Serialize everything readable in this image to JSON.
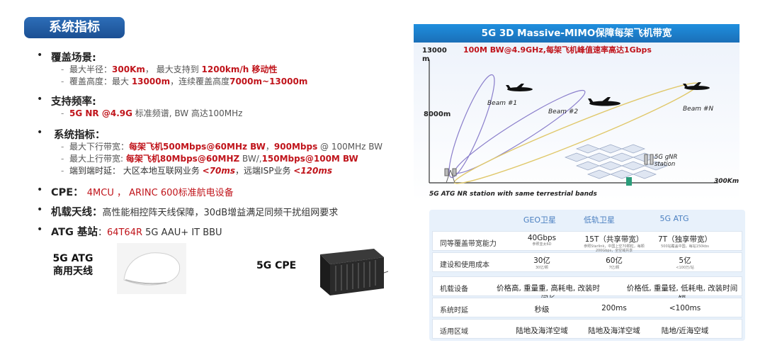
{
  "title": "系统指标",
  "coverage": {
    "head": "覆盖场景:",
    "line1": [
      "最大半径：",
      "300Km",
      "，  最大支持到 ",
      "1200km/h 移动性"
    ],
    "line2": [
      "覆盖高度：最大 ",
      "13000m",
      "，连续覆盖高度",
      "7000m~13000m"
    ]
  },
  "freq": {
    "head": "支持频率:",
    "line1": [
      "5G  NR  @4.9G",
      " 标准频谱, BW 高达100MHz"
    ]
  },
  "sys": {
    "head": "系统指标：",
    "line1": [
      "最大下行带宽：",
      "每架飞机500Mbps@60MHz  BW",
      "，",
      "900Mbps",
      " @ 100MHz BW"
    ],
    "line2": [
      "最大上行带宽: ",
      "每架飞机80Mbps@60MHZ",
      " BW/,",
      "150Mbps@100M  BW"
    ],
    "line3": [
      "端到端时延：  大区本地互联网业务 ",
      "<70ms",
      "，远端ISP业务 ",
      "<120ms"
    ]
  },
  "cpe": {
    "head": "CPE：",
    "text": "4MCU ， ARINC 600标准航电设备"
  },
  "antenna": {
    "head": "机载天线：",
    "text": "高性能相控阵天线保障，30dB增益满足同频干扰组网要求"
  },
  "atg": {
    "head": "ATG 基站",
    "sep": "：",
    "red": "64T64R",
    "text": " 5G AAU+ IT BBU"
  },
  "products": {
    "antenna_label_1": "5G  ATG",
    "antenna_label_2": "商用天线",
    "cpe_label": "5G CPE"
  },
  "diagram": {
    "title": "5G 3D Massive-MIMO保障每架飞机带宽",
    "subtitle": "100M BW@4.9GHz,每架飞机峰值速率高达1Gbps",
    "alt_top": "13000",
    "alt_top_unit": "m",
    "alt_mid": "8000m",
    "beam1": "Beam #1",
    "beam2": "Beam #2",
    "beamN": "Beam #N",
    "gnr1": "5G gNR",
    "gnr2": "station",
    "dist": "300Km",
    "caption": "5G ATG NR station with same terrestrial bands"
  },
  "table": {
    "headers": [
      "GEO卫星",
      "低轨卫星",
      "5G ATG"
    ],
    "rows": [
      {
        "label": "同等覆盖带宽能力",
        "cells": [
          {
            "main": "40Gbps",
            "note": "参照亚太6D"
          },
          {
            "main": "15T（共享带宽）",
            "note": "参照Starlink，中国上空70颗粒，每颗200Gbps，全空域共享"
          },
          {
            "main": "7T（独享带宽）",
            "note": "500站覆盖中国，每站150kbs"
          }
        ]
      },
      {
        "label": "建设和使用成本",
        "cells": [
          {
            "main": "30亿",
            "note": "30亿/颗"
          },
          {
            "main": "60亿",
            "note": "7亿/颗"
          },
          {
            "main": "5亿",
            "note": "<100万/站"
          }
        ]
      },
      {
        "label": "机载设备",
        "cells": [
          {
            "main": "价格高, 重量重, 高耗电, 改装时间长",
            "note": ""
          },
          {
            "main": "",
            "note": ""
          },
          {
            "main": "价格低, 重量轻, 低耗电, 改装时间短",
            "note": ""
          }
        ]
      },
      {
        "label": "系统时延",
        "cells": [
          {
            "main": "秒级",
            "note": ""
          },
          {
            "main": "200ms",
            "note": ""
          },
          {
            "main": "<100ms",
            "note": ""
          }
        ]
      },
      {
        "label": "适用区域",
        "cells": [
          {
            "main": "陆地及海洋空域",
            "note": ""
          },
          {
            "main": "陆地及海洋空域",
            "note": ""
          },
          {
            "main": "陆地/近海空域",
            "note": ""
          }
        ]
      }
    ]
  }
}
